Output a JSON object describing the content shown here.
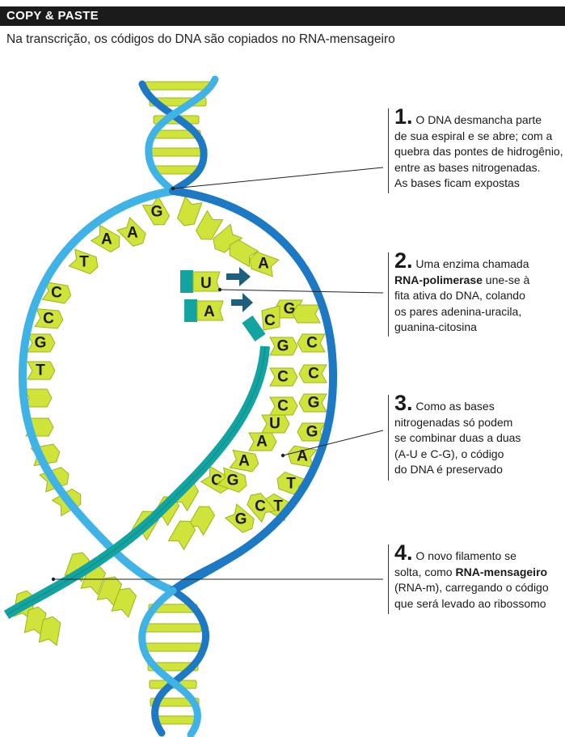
{
  "header": {
    "title": "COPY & PASTE"
  },
  "subtitle": "Na transcrição, os códigos do DNA são copiados no RNA-mensageiro",
  "colors": {
    "strand_light": "#40b3e6",
    "strand_dark": "#1d79c4",
    "mrna": "#13a3a0",
    "base": "#cfe33a",
    "base_edge": "#9db51a",
    "arrow": "#1e5f7e"
  },
  "bases": {
    "left_strand": [
      "G",
      "A",
      "A",
      "T",
      "C",
      "C",
      "G",
      "T"
    ],
    "right_strand": [
      "A",
      "G",
      "C",
      "C",
      "G",
      "G",
      "A",
      "T",
      "T",
      "C"
    ],
    "mrna_strand": [
      "G",
      "C",
      "C",
      "U",
      "A",
      "A",
      "C",
      "G",
      "G"
    ],
    "incoming": [
      "U",
      "A"
    ],
    "mrna_top": "C"
  },
  "callouts": [
    {
      "number": "1.",
      "lines": [
        "O DNA desmancha parte",
        "de sua espiral e se abre; com a",
        "quebra das pontes de hidrogênio,",
        "entre as bases nitrogenadas.",
        "As bases ficam expostas"
      ]
    },
    {
      "number": "2.",
      "lead": "Uma enzima chamada",
      "bold": "RNA-polimerase",
      "rest_first": " une-se à",
      "lines": [
        "fita ativa do DNA, colando",
        "os pares adenina-uracila,",
        "guanina-citosina"
      ]
    },
    {
      "number": "3.",
      "lines": [
        "Como as bases",
        "nitrogenadas só podem",
        "se combinar duas a duas",
        "(A-U e C-G), o código",
        "do DNA é preservado"
      ]
    },
    {
      "number": "4.",
      "lead": "O novo filamento se",
      "pre_bold": "solta, como ",
      "bold": "RNA-mensageiro",
      "lines": [
        "(RNA-m), carregando o código",
        "que será levado ao ribossomo"
      ]
    }
  ]
}
